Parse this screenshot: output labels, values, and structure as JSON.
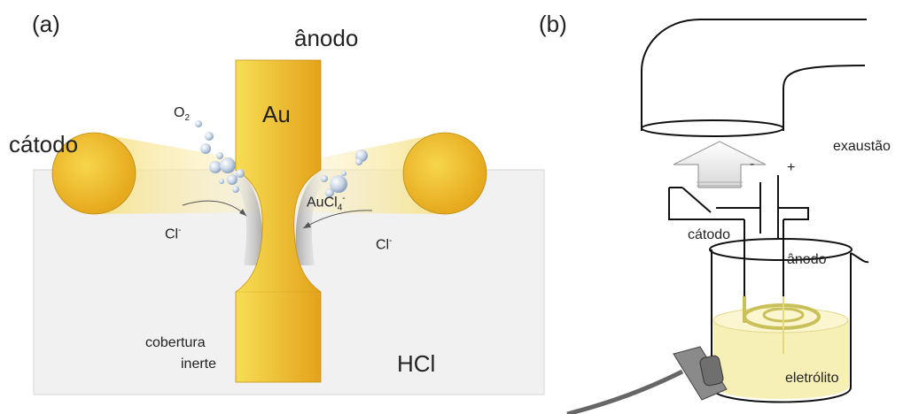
{
  "panel_a": {
    "label": "(a)",
    "anode_label": "ânodo",
    "cathode_label": "cátodo",
    "electrode_metal": "Au",
    "oxygen": {
      "base": "O",
      "sub": "2"
    },
    "chloride_left": {
      "base": "Cl",
      "sup": "-"
    },
    "chloride_right": {
      "base": "Cl",
      "sup": "-"
    },
    "complex": {
      "base": "AuCl",
      "sub": "4",
      "sup": "-"
    },
    "coating_line1": "cobertura",
    "coating_line2": "inerte",
    "solution": "HCl",
    "colors": {
      "gold_light": "#f6d64a",
      "gold_dark": "#e0a81e",
      "bath": "#f1f1f1"
    }
  },
  "panel_b": {
    "label": "(b)",
    "exhaust_label": "exaustão",
    "minus": "-",
    "plus": "+",
    "cathode_label": "cátodo",
    "anode_label": "ânodo",
    "electrolyte_label": "eletrólito",
    "colors": {
      "electrolyte": "#f7f0b6",
      "wire": "#c9c05a"
    }
  }
}
